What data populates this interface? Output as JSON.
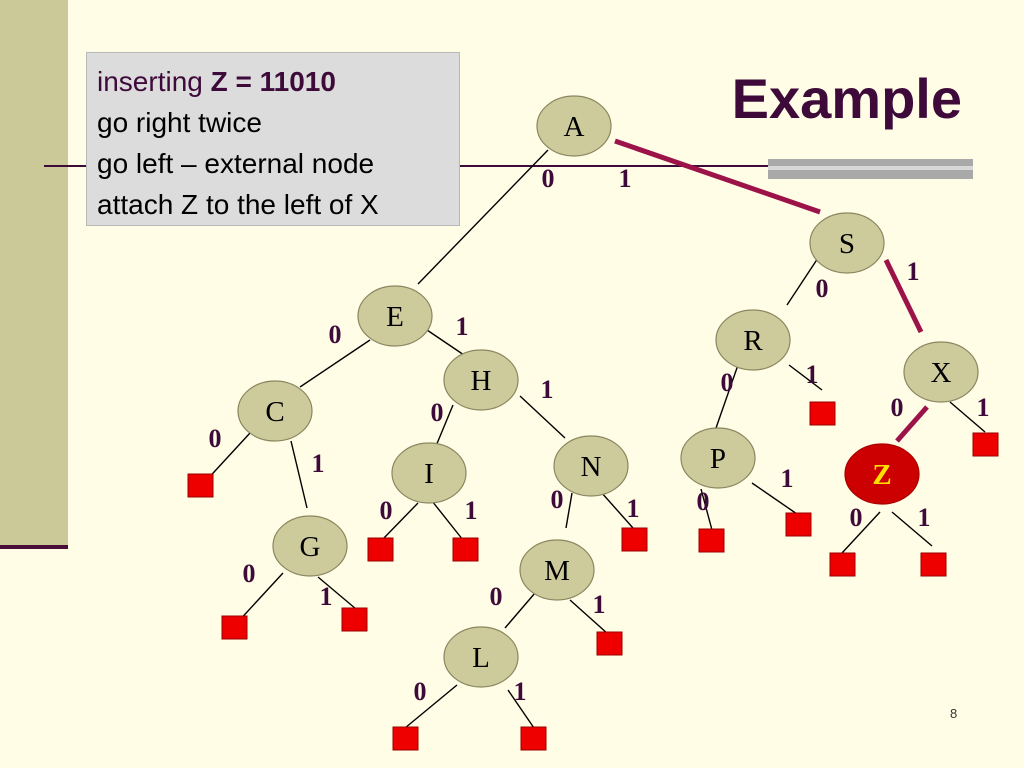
{
  "slide": {
    "title": "Example",
    "page_number": "8"
  },
  "callout": {
    "line1_prefix": "inserting",
    "line1_key": "Z = 11010",
    "line2": "go right twice",
    "line3": "go left – external node",
    "line4": "attach Z to the left of X"
  },
  "tree": {
    "nodes": [
      {
        "id": "A",
        "label": "A"
      },
      {
        "id": "S",
        "label": "S"
      },
      {
        "id": "E",
        "label": "E"
      },
      {
        "id": "R",
        "label": "R"
      },
      {
        "id": "X",
        "label": "X"
      },
      {
        "id": "C",
        "label": "C"
      },
      {
        "id": "H",
        "label": "H"
      },
      {
        "id": "P",
        "label": "P"
      },
      {
        "id": "Z",
        "label": "Z",
        "highlighted": true
      },
      {
        "id": "G",
        "label": "G"
      },
      {
        "id": "I",
        "label": "I"
      },
      {
        "id": "N",
        "label": "N"
      },
      {
        "id": "M",
        "label": "M"
      },
      {
        "id": "L",
        "label": "L"
      }
    ],
    "branch_labels": [
      "0",
      "1",
      "0",
      "1",
      "0",
      "1",
      "0",
      "1",
      "0",
      "1",
      "0",
      "1",
      "0",
      "1",
      "0",
      "1",
      "0",
      "1",
      "0",
      "1",
      "0",
      "1",
      "0",
      "1",
      "0",
      "1",
      "0",
      "1"
    ],
    "search_path": [
      "A",
      "S",
      "X",
      "Z"
    ]
  },
  "colors": {
    "node_fill": "#cdcb9c",
    "highlight_fill": "#cc0000",
    "highlight_label": "#ffe100",
    "external_node": "#ee0000",
    "path_line": "#9b1348",
    "accent": "#3d0a3a"
  }
}
